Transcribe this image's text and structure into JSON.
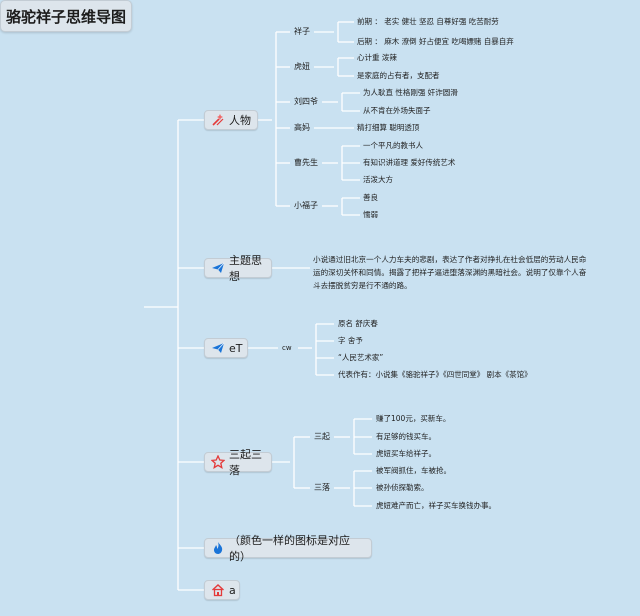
{
  "title": "骆驼祥子思维导图",
  "branches": {
    "characters": {
      "label": "人物",
      "icon": "sparkle-tools-icon",
      "items": [
        {
          "name": "祥子",
          "details": [
            "前期 ： 老实 健壮 坚忍 自尊好强 吃苦耐劳",
            "后期 ： 麻木 潦倒 好占便宜 吃喝嫖赌 自暴自弃"
          ]
        },
        {
          "name": "虎妞",
          "details": [
            "心计重 泼辣",
            "是家庭的占有者，支配者"
          ]
        },
        {
          "name": "刘四爷",
          "details": [
            "为人耿直 性格刚强 奸诈圆滑",
            "从不肯在外场失面子"
          ]
        },
        {
          "name": "高妈",
          "details": [
            "精打细算 聪明透顶"
          ]
        },
        {
          "name": "曹先生",
          "details": [
            "一个平凡的教书人",
            "有知识讲道理 爱好传统艺术",
            "活泼大方"
          ]
        },
        {
          "name": "小福子",
          "details": [
            "善良",
            "懦弱"
          ]
        }
      ]
    },
    "theme": {
      "label": "主题思想",
      "icon": "paper-plane-icon",
      "text": "小说通过旧北京一个人力车夫的悲剧，表达了作者对挣扎在社会低层的劳动人民命运的深切关怀和同情。揭露了把祥子逼进堕落深渊的黑暗社会。说明了仅靠个人奋斗去摆脱贫穷是行不通的路。"
    },
    "author": {
      "label": "eT",
      "icon": "paper-plane-icon",
      "connector": "cw",
      "items": [
        "原名 舒庆春",
        "字 舍予",
        "“人民艺术家”",
        "代表作有：小说集《骆驼祥子》《四世同堂》 剧本《茶馆》"
      ]
    },
    "plot": {
      "label": "三起三落",
      "icon": "star-icon",
      "groups": [
        {
          "name": "三起",
          "items": [
            "赚了100元，买新车。",
            "有足够的钱买车。",
            "虎妞买车给祥子。"
          ]
        },
        {
          "name": "三落",
          "items": [
            "被军阀抓住，车被抢。",
            "被孙侦探勒索。",
            "虎妞难产而亡，祥子买车换钱办事。"
          ]
        }
      ]
    },
    "note": {
      "label": "（颜色一样的图标是对应的）",
      "icon": "flame-icon"
    },
    "extra": {
      "label": "a",
      "icon": "home-icon"
    }
  },
  "colors": {
    "background": "#c9e1f1",
    "node": "#dde5ec",
    "line": "#ffffff",
    "accent_blue": "#1a74d8",
    "accent_red": "#e43a3a"
  }
}
